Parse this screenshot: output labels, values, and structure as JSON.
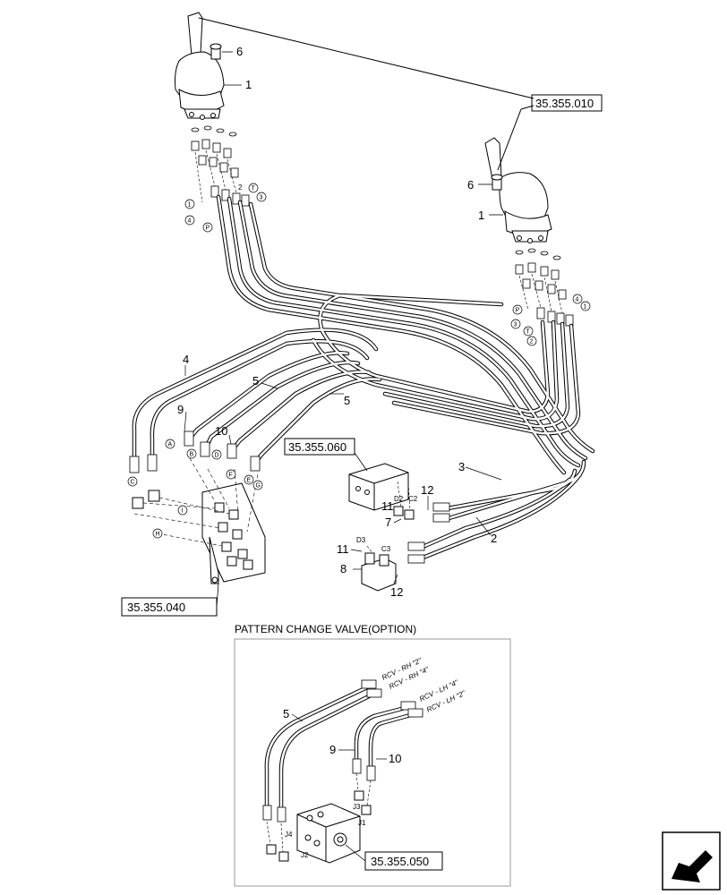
{
  "references": {
    "top": "35.355.010",
    "mid": "35.355.060",
    "left": "35.355.040",
    "inset": "35.355.050"
  },
  "part_numbers": {
    "p1": "1",
    "p2": "2",
    "p3": "3",
    "p4": "4",
    "p5": "5",
    "p6": "6",
    "p7": "7",
    "p8": "8",
    "p9": "9",
    "p10": "10",
    "p11": "11",
    "p12": "12"
  },
  "circled_ports": {
    "one": "1",
    "two": "2",
    "three": "3",
    "four": "4",
    "P": "P",
    "T": "T",
    "A": "A",
    "B": "B",
    "C": "C",
    "D": "D",
    "E": "E",
    "F": "F",
    "G": "G",
    "H": "H",
    "I": "I"
  },
  "valve_ports": {
    "C2": "C2",
    "C3": "C3",
    "D2": "D2",
    "D3": "D3",
    "J1": "J1",
    "J2": "J2",
    "J3": "J3",
    "J4": "J4"
  },
  "inset": {
    "title": "PATTERN CHANGE VALVE(OPTION)",
    "rcv_rh_2": "RCV - RH \"2\"",
    "rcv_rh_4": "RCV - RH \"4\"",
    "rcv_lh_4": "RCV - LH \"4\"",
    "rcv_lh_2": "RCV - LH \"2\""
  },
  "icons": {
    "nav": "arrow-navigation-icon"
  }
}
